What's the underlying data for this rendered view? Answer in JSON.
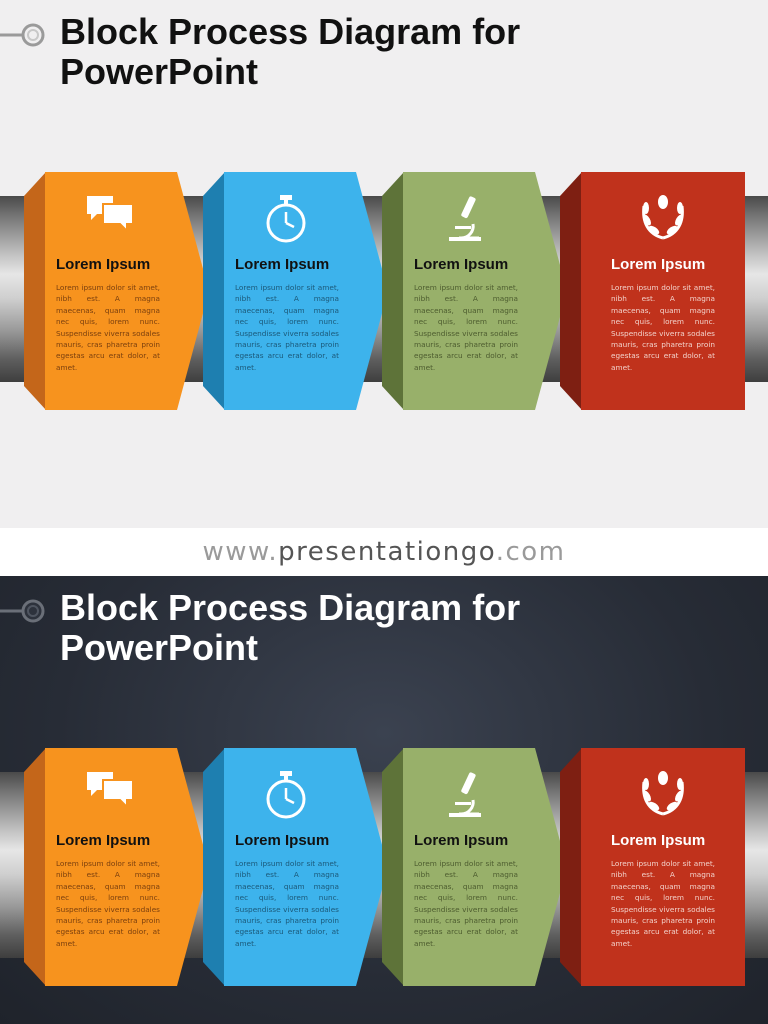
{
  "slides": {
    "light": {
      "title_line1": "Block Process Diagram for",
      "title_line2": "PowerPoint"
    },
    "dark": {
      "title_line1": "Block Process Diagram for",
      "title_line2": "PowerPoint"
    }
  },
  "banner": {
    "prefix": "www.",
    "brand": "presentationgo",
    "suffix": ".com"
  },
  "steps": [
    {
      "label": "Lorem Ipsum",
      "body": "Lorem ipsum dolor sit amet, nibh est. A magna maecenas, quam magna nec quis, lorem nunc. Suspendisse viverra sodales mauris, cras pharetra proin egestas arcu erat dolor, at amet.",
      "icon": "chat-bubbles-icon",
      "color": "#f7931e",
      "fold_color": "#c4661a"
    },
    {
      "label": "Lorem Ipsum",
      "body": "Lorem ipsum dolor sit amet, nibh est. A magna maecenas, quam magna nec quis, lorem nunc. Suspendisse viverra sodales mauris, cras pharetra proin egestas arcu erat dolor, at amet.",
      "icon": "stopwatch-icon",
      "color": "#3db3ec",
      "fold_color": "#1e7fb0"
    },
    {
      "label": "Lorem Ipsum",
      "body": "Lorem ipsum dolor sit amet, nibh est. A magna maecenas, quam magna nec quis, lorem nunc. Suspendisse viverra sodales mauris, cras pharetra proin egestas arcu erat dolor, at amet.",
      "icon": "microscope-icon",
      "color": "#98b06a",
      "fold_color": "#5e7339"
    },
    {
      "label": "Lorem Ipsum",
      "body": "Lorem ipsum dolor sit amet, nibh est. A magna maecenas, quam magna nec quis, lorem nunc. Suspendisse viverra sodales mauris, cras pharetra proin egestas arcu erat dolor, at amet.",
      "icon": "laurel-wreath-icon",
      "color": "#c0321c",
      "fold_color": "#7e1f12"
    }
  ]
}
